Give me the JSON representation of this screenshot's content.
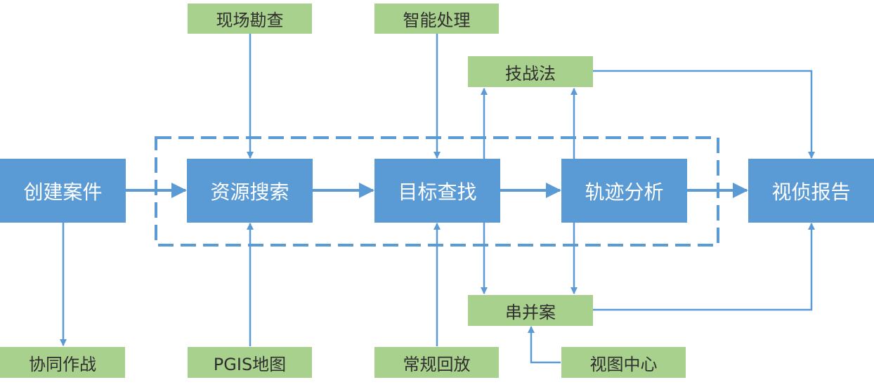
{
  "main_steps": {
    "create_case": "创建案件",
    "resource_search": "资源搜索",
    "target_find": "目标查找",
    "track_analysis": "轨迹分析",
    "video_report": "视侦报告"
  },
  "inputs": {
    "site_survey": "现场勘查",
    "smart_processing": "智能处理",
    "tactics": "技战法",
    "serial_case": "串并案",
    "collaborative_ops": "协同作战",
    "pgis_map": "PGIS地图",
    "regular_playback": "常规回放",
    "view_center": "视图中心"
  },
  "colors": {
    "main_box": "#5b9bd5",
    "side_box": "#a9d18e",
    "arrow": "#5b9bd5",
    "dashed_frame": "#5b9bd5"
  }
}
